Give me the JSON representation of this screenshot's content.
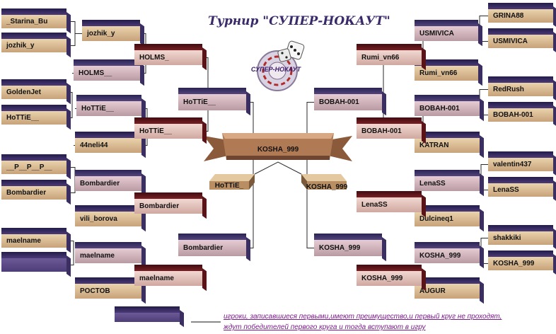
{
  "title": "Турнир \"СУПЕР-НОКАУТ\"",
  "logo_text": "СУПЕР-НОКАУТ",
  "left": {
    "round1": [
      "_Starina_Bu",
      "jozhik_y",
      "GoldenJet",
      "HoTTiE__",
      "__P__P__P__",
      "Bombardier",
      "maelname",
      ""
    ],
    "round2": [
      "jozhik_y",
      "HOLMS__",
      "HoTTiE__",
      "44neli44",
      "Bombardier",
      "vili_borova",
      "maelname",
      "POCTOB"
    ],
    "round3": [
      "HOLMS_",
      "HoTTiE__",
      "Bombardier",
      "maelname"
    ],
    "round4": [
      "HoTTiE__",
      "Bombardier"
    ],
    "semifinal": "HoTTiE_"
  },
  "right": {
    "round1": [
      "GRINA88",
      "USMIVICA",
      "RedRush",
      "BOBAH-001",
      "valentin437",
      "LenaSS",
      "shakkiki",
      "KOSHA_999"
    ],
    "round2": [
      "USMIVICA",
      "Rumi_vn66",
      "BOBAH-001",
      "KATRAN",
      "LenaSS",
      "Dulcineq1",
      "KOSHA_999",
      "AUGUR"
    ],
    "round3": [
      "Rumi_vn66",
      "BOBAH-001",
      "LenaSS",
      "KOSHA_999"
    ],
    "round4": [
      "BOBAH-001",
      "KOSHA_999"
    ],
    "semifinal": "KOSHA_999"
  },
  "champion": "KOSHA_999",
  "notes": {
    "line1": "игроки, записавшиеся первыми,имеют преимущество,и первый круг не проходят,",
    "line2": "ждут победителей первого круга и тогда вступают в игру"
  },
  "colors": {
    "title": "#3a2a6a",
    "note": "#7a1a8a",
    "ribbon": "#b07a55"
  }
}
